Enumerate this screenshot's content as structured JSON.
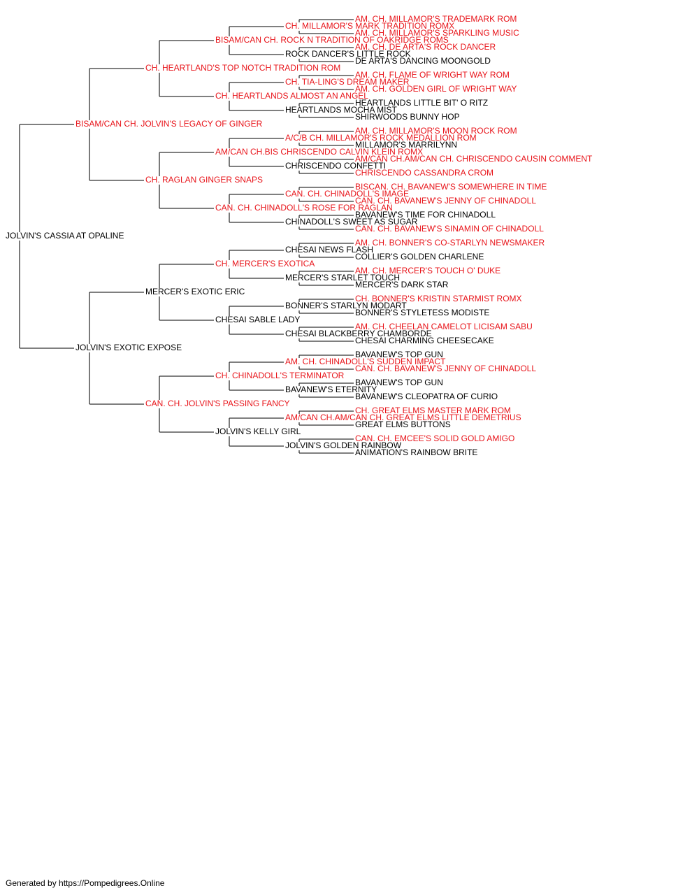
{
  "colors": {
    "titled": "#e8141a",
    "untitled": "#000000",
    "line": "#333333"
  },
  "footer": "Generated by https://Pompedigrees.Online",
  "pedigree": {
    "name": "JOLVIN'S CASSIA AT OPALINE",
    "titled": false,
    "sire": {
      "name": "BISAM/CAN CH. JOLVIN'S LEGACY OF GINGER",
      "titled": true,
      "sire": {
        "name": "CH. HEARTLAND'S TOP NOTCH TRADITION ROM",
        "titled": true,
        "sire": {
          "name": "BISAM/CAN CH. ROCK N TRADITION OF OAKRIDGE ROMS",
          "titled": true,
          "sire": {
            "name": "CH. MILLAMOR'S MARK TRADITION ROMX",
            "titled": true,
            "sire": {
              "name": "AM. CH. MILLAMOR'S TRADEMARK ROM",
              "titled": true
            },
            "dam": {
              "name": "AM. CH. MILLAMOR'S SPARKLING MUSIC",
              "titled": true
            }
          },
          "dam": {
            "name": "ROCK DANCER'S LITTLE ROCK",
            "titled": false,
            "sire": {
              "name": "AM. CH. DE ARTA'S ROCK DANCER",
              "titled": true
            },
            "dam": {
              "name": "DE ARTA'S DANCING MOONGOLD",
              "titled": false
            }
          }
        },
        "dam": {
          "name": "CH. HEARTLANDS ALMOST AN ANGEL",
          "titled": true,
          "sire": {
            "name": "CH. TIA-LING'S DREAM MAKER",
            "titled": true,
            "sire": {
              "name": "AM. CH. FLAME OF WRIGHT WAY ROM",
              "titled": true
            },
            "dam": {
              "name": "AM. CH. GOLDEN GIRL OF WRIGHT WAY",
              "titled": true
            }
          },
          "dam": {
            "name": "HEARTLANDS MOCHA MIST",
            "titled": false,
            "sire": {
              "name": "HEARTLANDS LITTLE BIT' O RITZ",
              "titled": false
            },
            "dam": {
              "name": "SHIRWOODS BUNNY HOP",
              "titled": false
            }
          }
        }
      },
      "dam": {
        "name": "CH. RAGLAN GINGER SNAPS",
        "titled": true,
        "sire": {
          "name": "AM/CAN CH.BIS CHRISCENDO CALVIN KLEIN ROMX",
          "titled": true,
          "sire": {
            "name": "A/C/B CH. MILLAMOR'S ROCK MEDALLION ROM",
            "titled": true,
            "sire": {
              "name": "AM. CH. MILLAMOR'S MOON ROCK ROM",
              "titled": true
            },
            "dam": {
              "name": "MILLAMOR'S MARRILYNN",
              "titled": false
            }
          },
          "dam": {
            "name": "CHRISCENDO CONFETTI",
            "titled": false,
            "sire": {
              "name": "AM/CAN CH.AM/CAN CH. CHRISCENDO CAUSIN COMMENT",
              "titled": true
            },
            "dam": {
              "name": "CHRISCENDO CASSANDRA CROM",
              "titled": true
            }
          }
        },
        "dam": {
          "name": "CAN. CH. CHINADOLL'S ROSE FOR RAGLAN",
          "titled": true,
          "sire": {
            "name": "CAN. CH. CHINADOLL'S IMAGE",
            "titled": true,
            "sire": {
              "name": "BISCAN. CH. BAVANEW'S SOMEWHERE IN TIME",
              "titled": true
            },
            "dam": {
              "name": "CAN. CH. BAVANEW'S JENNY OF CHINADOLL",
              "titled": true
            }
          },
          "dam": {
            "name": "CHINADOLL'S SWEET AS SUGAR",
            "titled": false,
            "sire": {
              "name": "BAVANEW'S TIME FOR CHINADOLL",
              "titled": false
            },
            "dam": {
              "name": "CAN. CH. BAVANEW'S SINAMIN OF CHINADOLL",
              "titled": true
            }
          }
        }
      }
    },
    "dam": {
      "name": "JOLVIN'S EXOTIC EXPOSE",
      "titled": false,
      "sire": {
        "name": "MERCER'S EXOTIC ERIC",
        "titled": false,
        "sire": {
          "name": "CH. MERCER'S EXOTICA",
          "titled": true,
          "sire": {
            "name": "CHESAI NEWS FLASH",
            "titled": false,
            "sire": {
              "name": "AM. CH. BONNER'S CO-STARLYN NEWSMAKER",
              "titled": true
            },
            "dam": {
              "name": "COLLIER'S GOLDEN CHARLENE",
              "titled": false
            }
          },
          "dam": {
            "name": "MERCER'S STARLET TOUCH",
            "titled": false,
            "sire": {
              "name": "AM. CH. MERCER'S TOUCH O' DUKE",
              "titled": true
            },
            "dam": {
              "name": "MERCER'S DARK STAR",
              "titled": false
            }
          }
        },
        "dam": {
          "name": "CHESAI SABLE LADY",
          "titled": false,
          "sire": {
            "name": "BONNER'S STARLYN MODART",
            "titled": false,
            "sire": {
              "name": "CH. BONNER'S KRISTIN STARMIST ROMX",
              "titled": true
            },
            "dam": {
              "name": "BONNER'S STYLETESS MODISTE",
              "titled": false
            }
          },
          "dam": {
            "name": "CHESAI BLACKBERRY CHAMBORDE",
            "titled": false,
            "sire": {
              "name": "AM. CH. CHEELAN CAMELOT LICISAM SABU",
              "titled": true
            },
            "dam": {
              "name": "CHESAI CHARMING CHEESECAKE",
              "titled": false
            }
          }
        }
      },
      "dam": {
        "name": "CAN. CH. JOLVIN'S PASSING FANCY",
        "titled": true,
        "sire": {
          "name": "CH. CHINADOLL'S TERMINATOR",
          "titled": true,
          "sire": {
            "name": "AM. CH. CHINADOLL'S SUDDEN IMPACT",
            "titled": true,
            "sire": {
              "name": "BAVANEW'S TOP GUN",
              "titled": false
            },
            "dam": {
              "name": "CAN. CH. BAVANEW'S JENNY OF CHINADOLL",
              "titled": true
            }
          },
          "dam": {
            "name": "BAVANEW'S ETERNITY",
            "titled": false,
            "sire": {
              "name": "BAVANEW'S TOP GUN",
              "titled": false
            },
            "dam": {
              "name": "BAVANEW'S CLEOPATRA OF CURIO",
              "titled": false
            }
          }
        },
        "dam": {
          "name": "JOLVIN'S KELLY GIRL",
          "titled": false,
          "sire": {
            "name": "AM/CAN CH.AM/CAN CH. GREAT ELMS LITTLE DEMETRIUS",
            "titled": true,
            "sire": {
              "name": "CH. GREAT ELMS MASTER MARK ROM",
              "titled": true
            },
            "dam": {
              "name": "GREAT ELMS BUTTONS",
              "titled": false
            }
          },
          "dam": {
            "name": "JOLVIN'S GOLDEN RAINBOW",
            "titled": false,
            "sire": {
              "name": "CAN. CH. EMCEE'S SOLID GOLD AMIGO",
              "titled": true
            },
            "dam": {
              "name": "ANIMATION'S RAINBOW BRITE",
              "titled": false
            }
          }
        }
      }
    }
  }
}
